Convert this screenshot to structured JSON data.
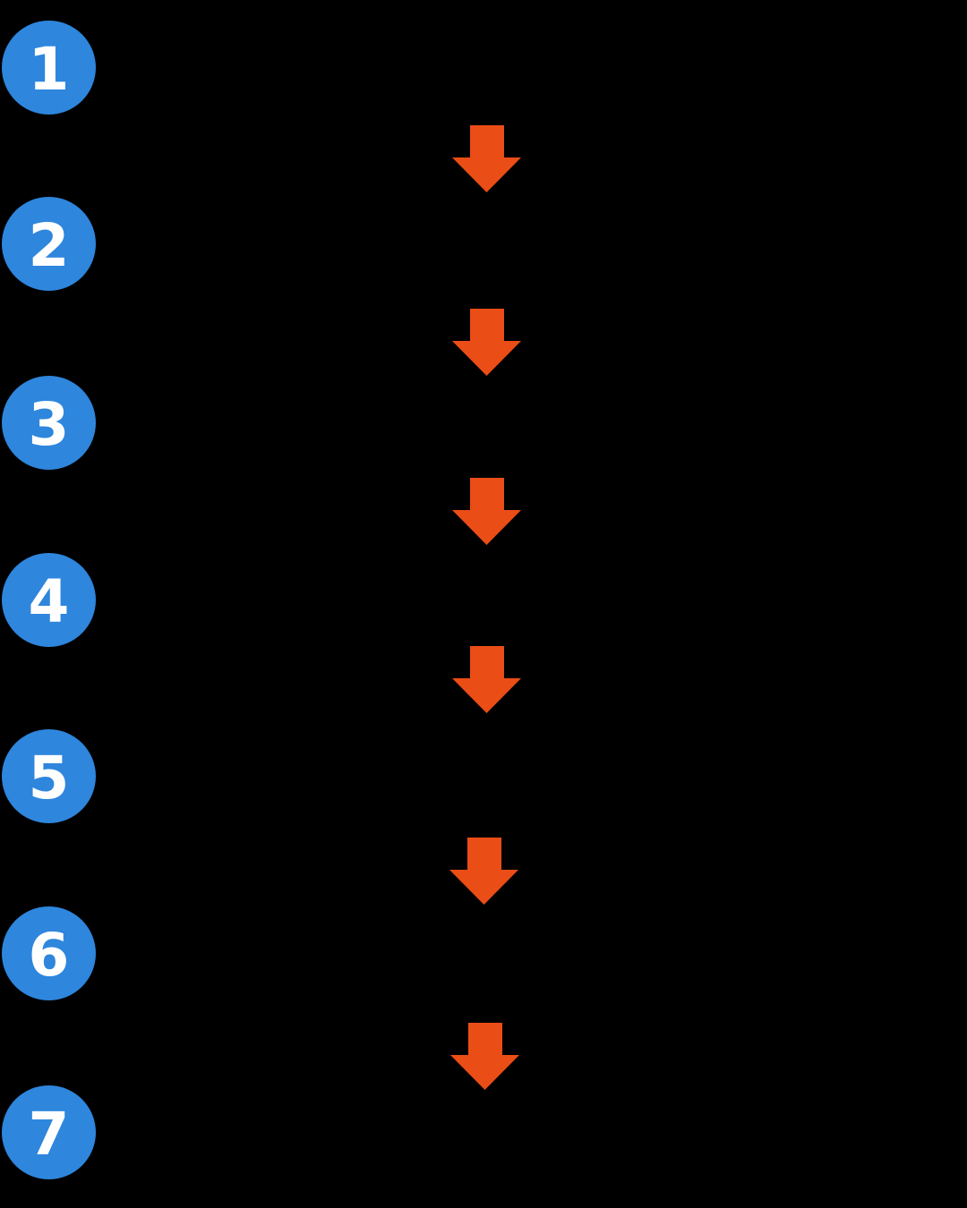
{
  "diagram": {
    "description": "Vertical seven-step numbered process flow with downward arrows",
    "background": "#000000",
    "colors": {
      "step_circle": "#2E86DD",
      "step_number": "#FFFFFF",
      "arrow": "#EB4D16"
    },
    "steps": [
      {
        "number": "1"
      },
      {
        "number": "2"
      },
      {
        "number": "3"
      },
      {
        "number": "4"
      },
      {
        "number": "5"
      },
      {
        "number": "6"
      },
      {
        "number": "7"
      }
    ],
    "arrows": [
      {
        "icon": "down-arrow"
      },
      {
        "icon": "down-arrow"
      },
      {
        "icon": "down-arrow"
      },
      {
        "icon": "down-arrow"
      },
      {
        "icon": "down-arrow"
      },
      {
        "icon": "down-arrow"
      }
    ]
  }
}
